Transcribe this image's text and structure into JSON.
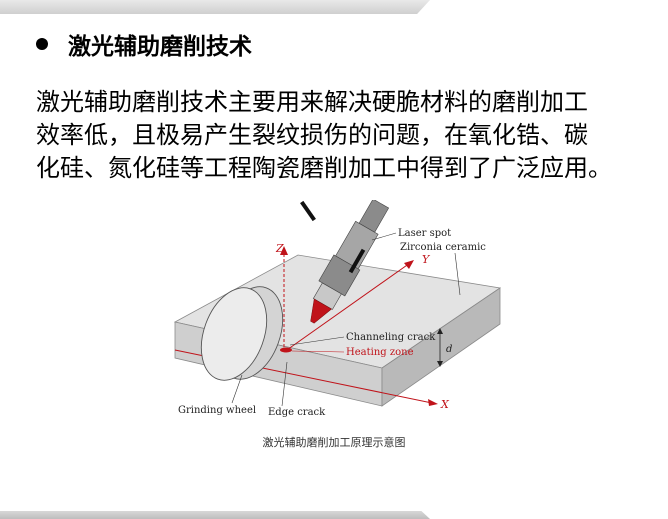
{
  "header": {
    "title": "激光辅助磨削技术"
  },
  "body": {
    "lines": [
      "激光辅助磨削技术主要用来解决硬脆材料的磨削加工",
      "效率低，且极易产生裂纹损伤的问题，在氧化锆、碳",
      "化硅、氮化硅等工程陶瓷磨削加工中得到了广泛应用。"
    ]
  },
  "figure": {
    "labels": {
      "laser_spot": "Laser spot",
      "zirconia_ceramic": "Zirconia ceramic",
      "channeling_crack": "Channeling crack",
      "heating_zone": "Heating zone",
      "grinding_wheel": "Grinding wheel",
      "edge_crack": "Edge crack",
      "axis_z": "Z",
      "axis_y": "Y",
      "axis_x": "X",
      "depth": "d"
    },
    "caption": "激光辅助磨削加工原理示意图",
    "colors": {
      "accent_red": "#c0131a",
      "block_top": "#e3e3e3",
      "block_front": "#cfcfcf",
      "block_side": "#b9b9b9"
    }
  }
}
